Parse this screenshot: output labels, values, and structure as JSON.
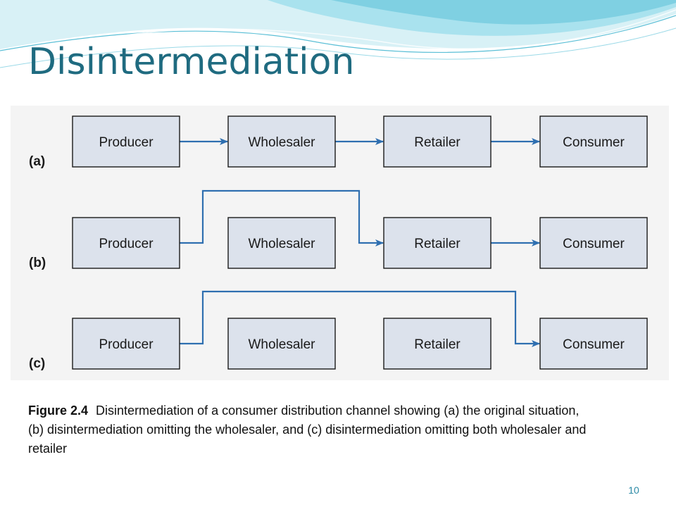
{
  "slide": {
    "title": "Disintermediation",
    "page_number": "10"
  },
  "diagram": {
    "rows": [
      {
        "label": "(a)",
        "nodes": [
          "Producer",
          "Wholesaler",
          "Retailer",
          "Consumer"
        ],
        "links": [
          [
            "Producer",
            "Wholesaler"
          ],
          [
            "Wholesaler",
            "Retailer"
          ],
          [
            "Retailer",
            "Consumer"
          ]
        ]
      },
      {
        "label": "(b)",
        "nodes": [
          "Producer",
          "Wholesaler",
          "Retailer",
          "Consumer"
        ],
        "links": [
          [
            "Producer",
            "Retailer"
          ],
          [
            "Retailer",
            "Consumer"
          ]
        ]
      },
      {
        "label": "(c)",
        "nodes": [
          "Producer",
          "Wholesaler",
          "Retailer",
          "Consumer"
        ],
        "links": [
          [
            "Producer",
            "Consumer"
          ]
        ]
      }
    ]
  },
  "caption": {
    "figure_number": "Figure 2.4",
    "text": "Disintermediation of a consumer distribution channel showing (a) the original situation, (b) disintermediation omitting the wholesaler, and (c) disintermediation omitting both wholesaler and retailer"
  },
  "colors": {
    "title": "#1f6b80",
    "box_fill": "#dce2ec",
    "box_stroke": "#1a1a1a",
    "arrow": "#2f6fb0",
    "wave_light": "#c9ecf3",
    "wave_mid": "#7fd0e2",
    "page_number": "#2c8aa6"
  }
}
